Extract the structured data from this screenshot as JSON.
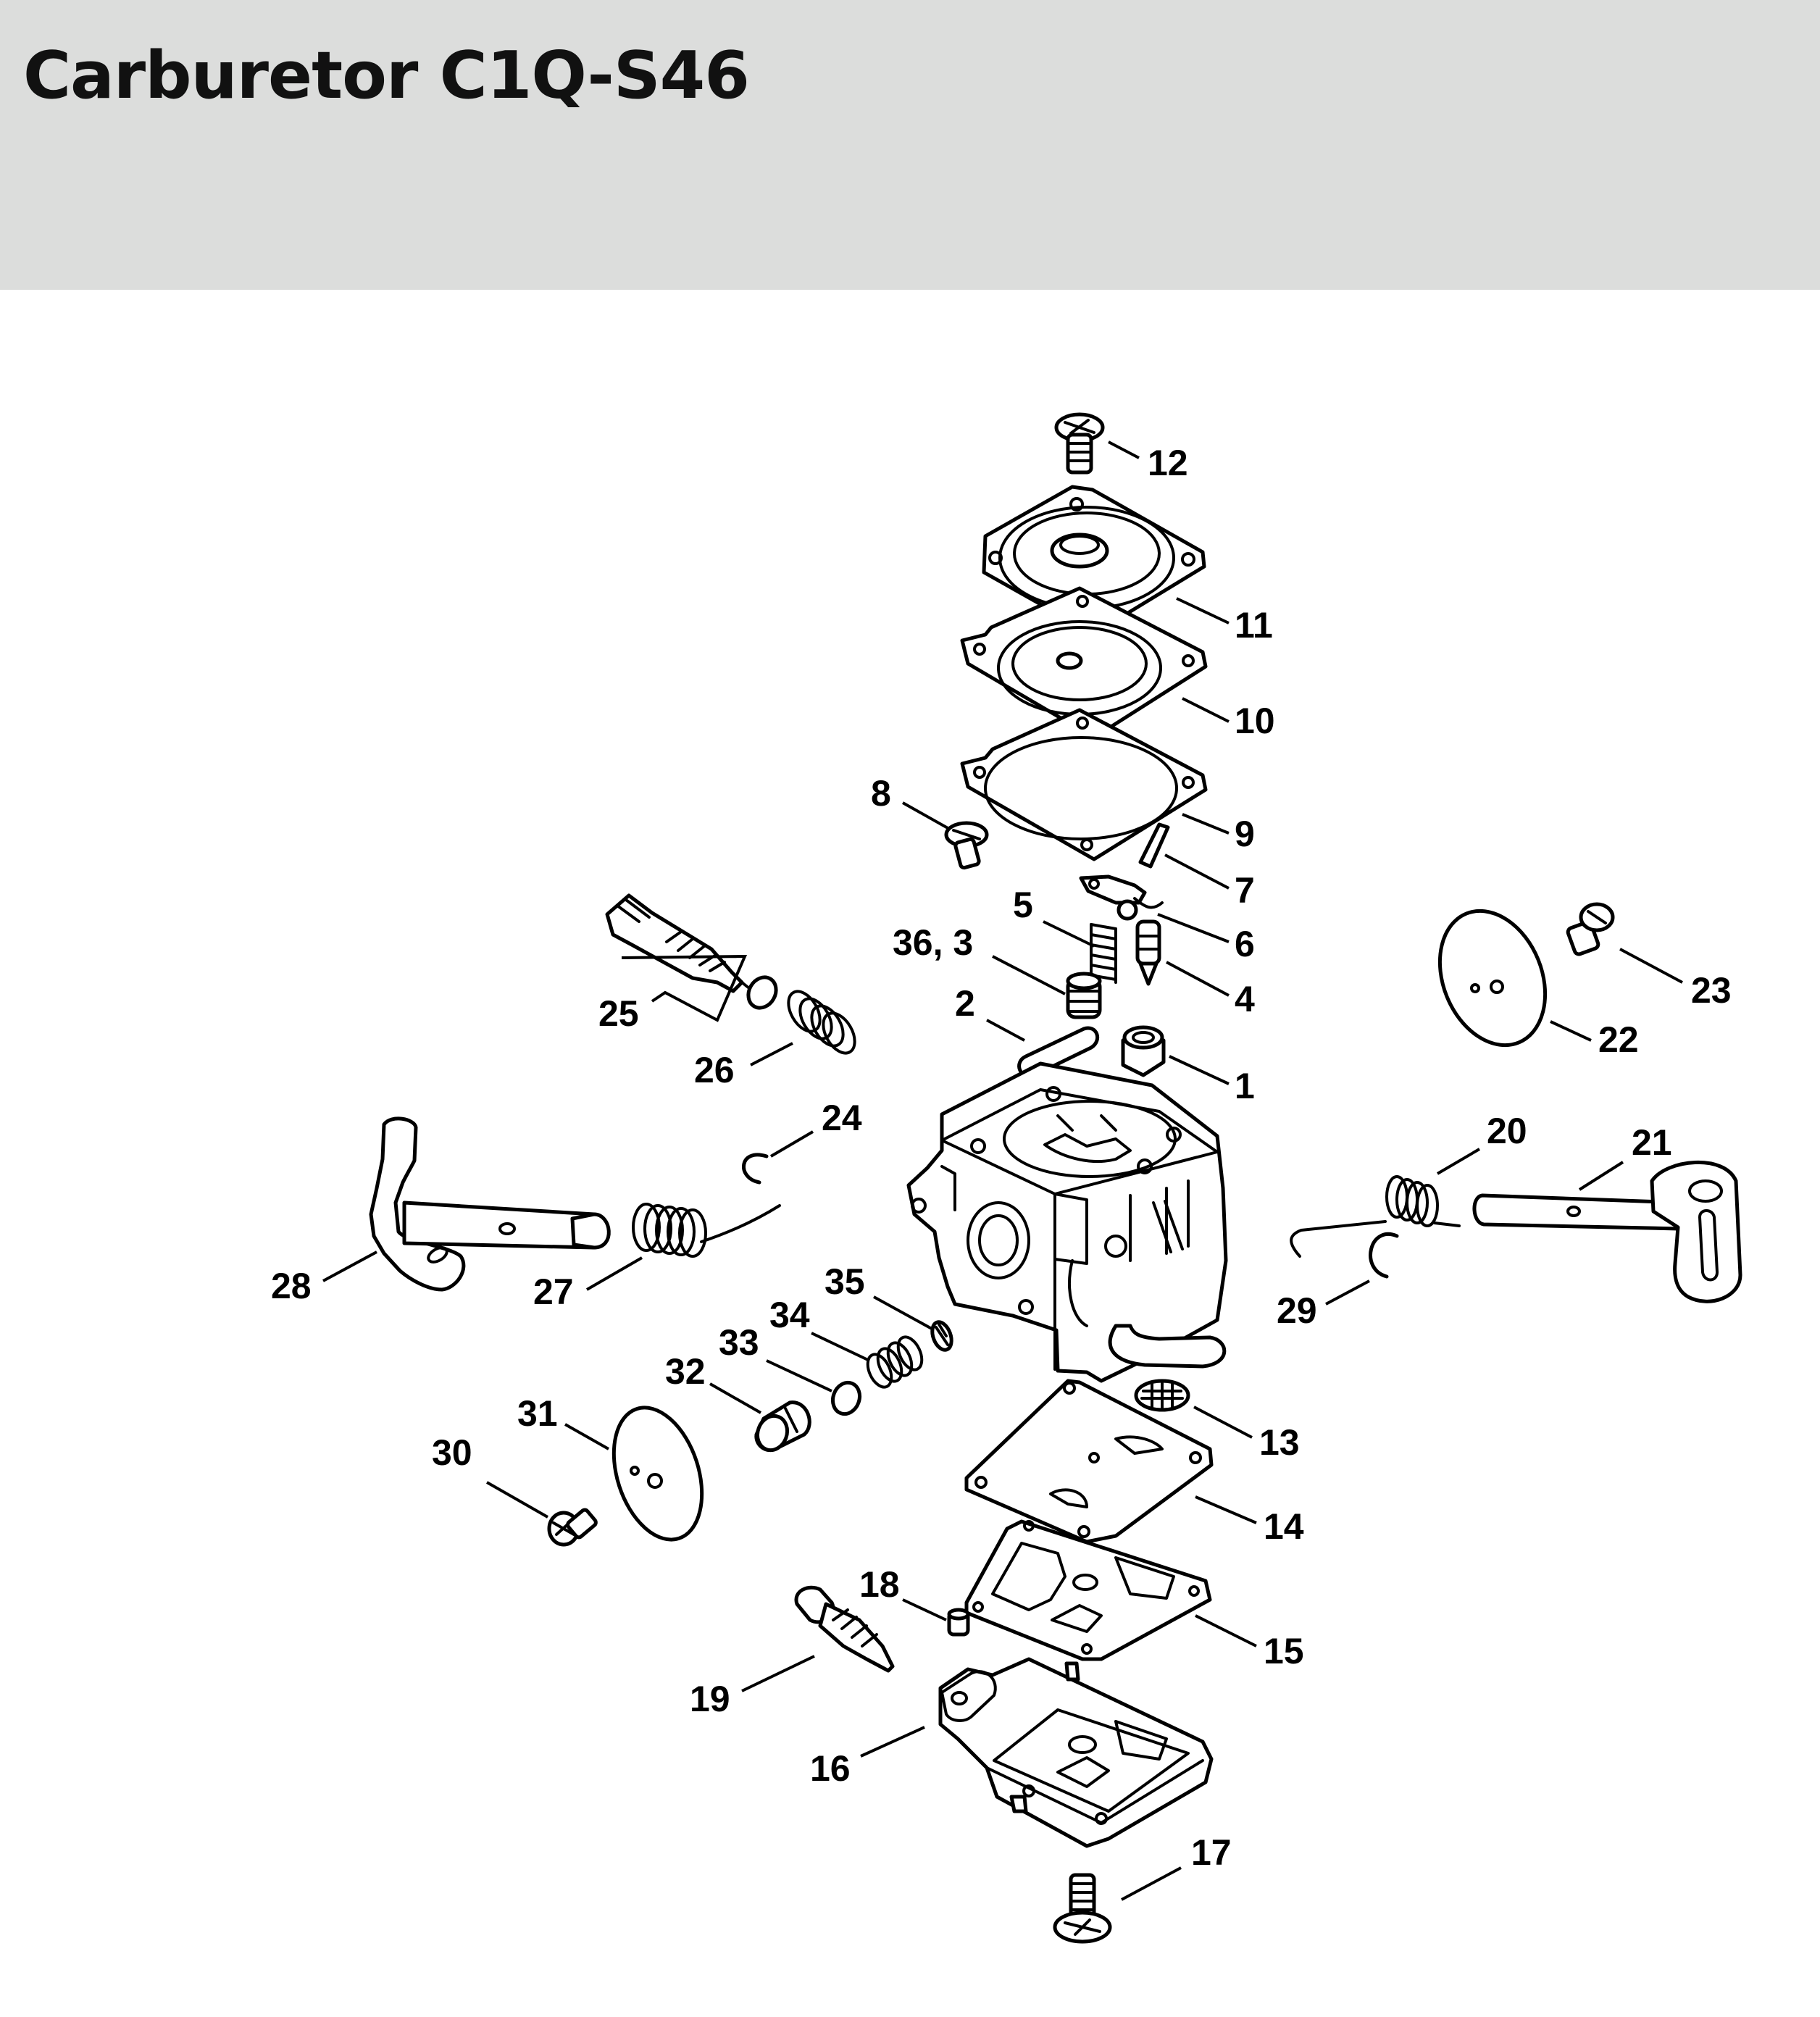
{
  "title": "Carburetor C1Q-S46",
  "colors": {
    "header_background": "#dcdddc",
    "line": "#000000",
    "background": "#ffffff"
  },
  "callouts": [
    {
      "id": "c12",
      "label": "12"
    },
    {
      "id": "c11",
      "label": "11"
    },
    {
      "id": "c10",
      "label": "10"
    },
    {
      "id": "c8",
      "label": "8"
    },
    {
      "id": "c9",
      "label": "9"
    },
    {
      "id": "c7",
      "label": "7"
    },
    {
      "id": "c5",
      "label": "5"
    },
    {
      "id": "c6",
      "label": "6"
    },
    {
      "id": "c36_3",
      "label": "36, 3"
    },
    {
      "id": "c4",
      "label": "4"
    },
    {
      "id": "c23",
      "label": "23"
    },
    {
      "id": "c2",
      "label": "2"
    },
    {
      "id": "c22",
      "label": "22"
    },
    {
      "id": "c25",
      "label": "25"
    },
    {
      "id": "c1",
      "label": "1"
    },
    {
      "id": "c26",
      "label": "26"
    },
    {
      "id": "c24",
      "label": "24"
    },
    {
      "id": "c20",
      "label": "20"
    },
    {
      "id": "c21",
      "label": "21"
    },
    {
      "id": "c28",
      "label": "28"
    },
    {
      "id": "c27",
      "label": "27"
    },
    {
      "id": "c29",
      "label": "29"
    },
    {
      "id": "c35",
      "label": "35"
    },
    {
      "id": "c34",
      "label": "34"
    },
    {
      "id": "c33",
      "label": "33"
    },
    {
      "id": "c32",
      "label": "32"
    },
    {
      "id": "c31",
      "label": "31"
    },
    {
      "id": "c13",
      "label": "13"
    },
    {
      "id": "c30",
      "label": "30"
    },
    {
      "id": "c14",
      "label": "14"
    },
    {
      "id": "c18",
      "label": "18"
    },
    {
      "id": "c15",
      "label": "15"
    },
    {
      "id": "c19",
      "label": "19"
    },
    {
      "id": "c16",
      "label": "16"
    },
    {
      "id": "c17",
      "label": "17"
    }
  ]
}
